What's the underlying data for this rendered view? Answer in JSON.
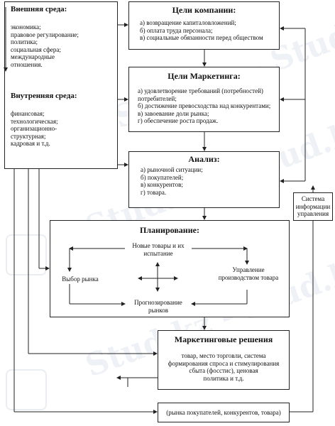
{
  "watermark_text": "Stud.kz - Stud.kz",
  "external_env": {
    "title": "Внешняя среда:",
    "items": "экономика;\nправовое регулирование;\nполитика;\nсоциальная сфера;\nмеждународные\nотношения."
  },
  "internal_env": {
    "title": "Внутренняя среда:",
    "items": "финансовая;\nтехнологическая;\nорганизационно-\nструктурная;\nкадровая и т.д."
  },
  "company_goals": {
    "title": "Цели компании:",
    "items": "а) возвращение капиталовложений;\nб) оплата труда персонала;\nв) социальные обязанности перед обществом"
  },
  "marketing_goals": {
    "title": "Цели Маркетинга:",
    "items": "а) удовлетворение требований (потребностей)\nпотребителей;\nб) достижение превосходства над конкурентами;\nв) завоевание доли рынка;\nг) обеспечение роста продаж."
  },
  "analysis": {
    "title": "Анализ:",
    "items": "а) рыночной ситуации;\nб) покупателей;\nв) конкурентов;\nг) товара."
  },
  "mis": {
    "label": "Система\nинформации\nуправления"
  },
  "planning": {
    "title": "Планирование:",
    "new_products": "Новые товары и\nих испытание",
    "market_choice": "Выбор рынка",
    "production_mgmt": "Управление\nпроизводством\nтовара",
    "forecasting": "Прогнозирование\nрынков"
  },
  "marketing_decisions": {
    "title": "Маркетинговые решения",
    "text": "товар, место торговли, система\nформирования спроса и стимулирования\nсбыта (фосстис), ценовая\nполитика и т.д."
  },
  "feedback": {
    "text": "(рынка покупателей, конкурентов, товара)"
  }
}
